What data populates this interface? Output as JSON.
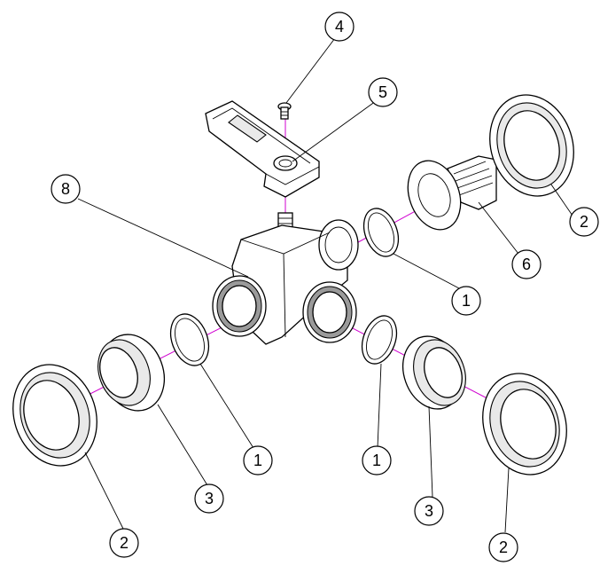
{
  "callouts": [
    {
      "label": "4"
    },
    {
      "label": "5"
    },
    {
      "label": "8"
    },
    {
      "label": "2"
    },
    {
      "label": "6"
    },
    {
      "label": "1"
    },
    {
      "label": "1"
    },
    {
      "label": "3"
    },
    {
      "label": "1"
    },
    {
      "label": "3"
    },
    {
      "label": "2"
    },
    {
      "label": "2"
    }
  ],
  "colors": {
    "axis": "#d000d0",
    "line": "#000000"
  }
}
